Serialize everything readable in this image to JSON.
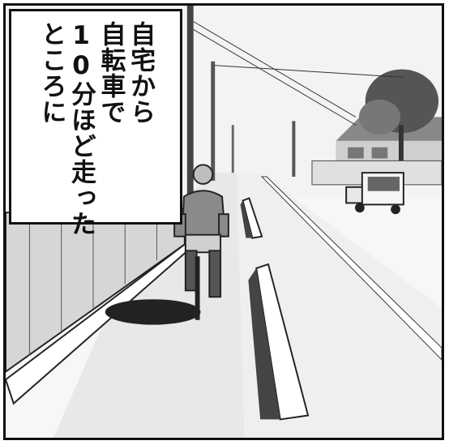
{
  "caption": {
    "lines": [
      "自宅から",
      "自転車で",
      "10分ほど走った",
      "ところに"
    ]
  },
  "colors": {
    "ink": "#111111",
    "paper": "#ffffff",
    "screen_tone": "#cfcfcf",
    "light_gray": "#e6e6e6"
  },
  "icons": [
    "cyclist-figure",
    "utility-pole",
    "parked-kei-truck",
    "house"
  ]
}
